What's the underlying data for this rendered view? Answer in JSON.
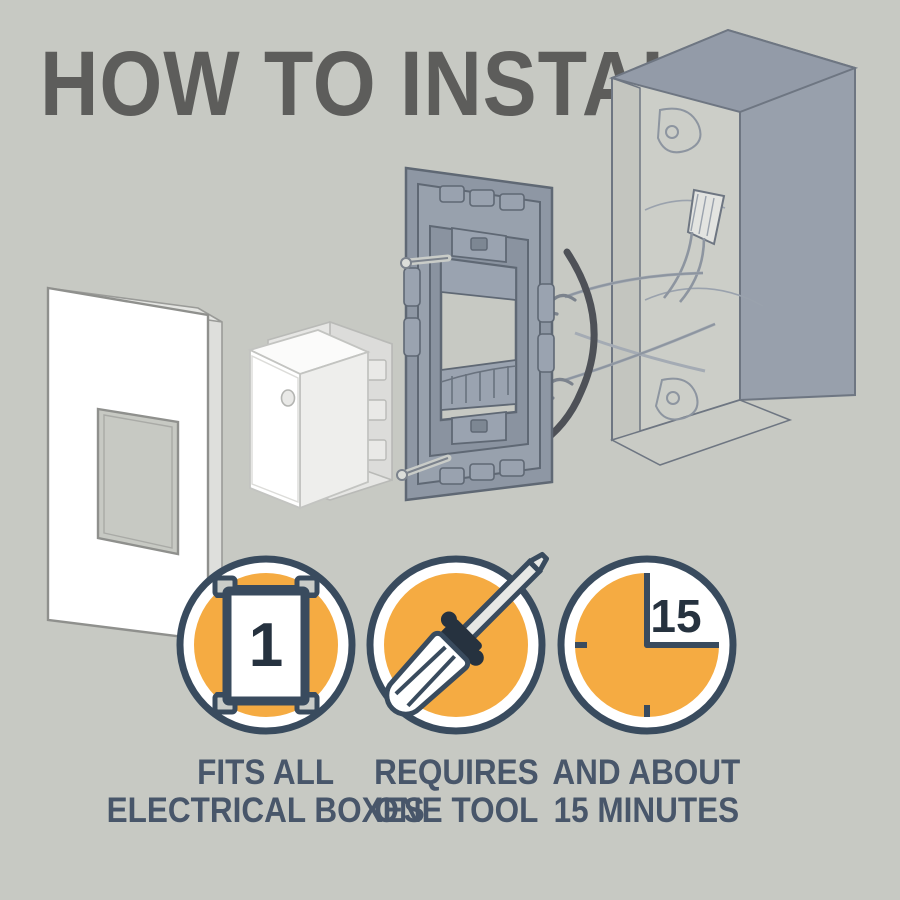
{
  "background_color": "#c7c9c3",
  "accent_color": "#f5ab42",
  "navy_color": "#394b5e",
  "title_color": "#5d5d5b",
  "caption_color": "#48566a",
  "header": {
    "title": "HOW TO INSTALL"
  },
  "illustration": {
    "name": "exploded-install-diagram",
    "parts": [
      {
        "name": "wall-plate",
        "label": "wall plate",
        "color": "#ffffff"
      },
      {
        "name": "switch-module",
        "label": "switch module",
        "color": "#f4f4f2"
      },
      {
        "name": "mounting-bracket",
        "label": "mounting bracket",
        "color": "#8d96a3"
      },
      {
        "name": "electrical-box",
        "label": "electrical box",
        "color": "#8d96a3"
      },
      {
        "name": "wires",
        "label": "wires",
        "color": "#6e7682"
      },
      {
        "name": "wire-nut",
        "label": "wire nut",
        "color": "#dadbd8"
      }
    ]
  },
  "badges": [
    {
      "icon": "one-gang-box-icon",
      "icon_value": "1",
      "caption_line1": "FITS ALL",
      "caption_line2": "ELECTRICAL BOXES"
    },
    {
      "icon": "screwdriver-icon",
      "icon_value": "",
      "caption_line1": "REQUIRES",
      "caption_line2": "ONE TOOL"
    },
    {
      "icon": "clock-icon",
      "icon_value": "15",
      "caption_line1": "AND ABOUT",
      "caption_line2": "15 MINUTES"
    }
  ]
}
